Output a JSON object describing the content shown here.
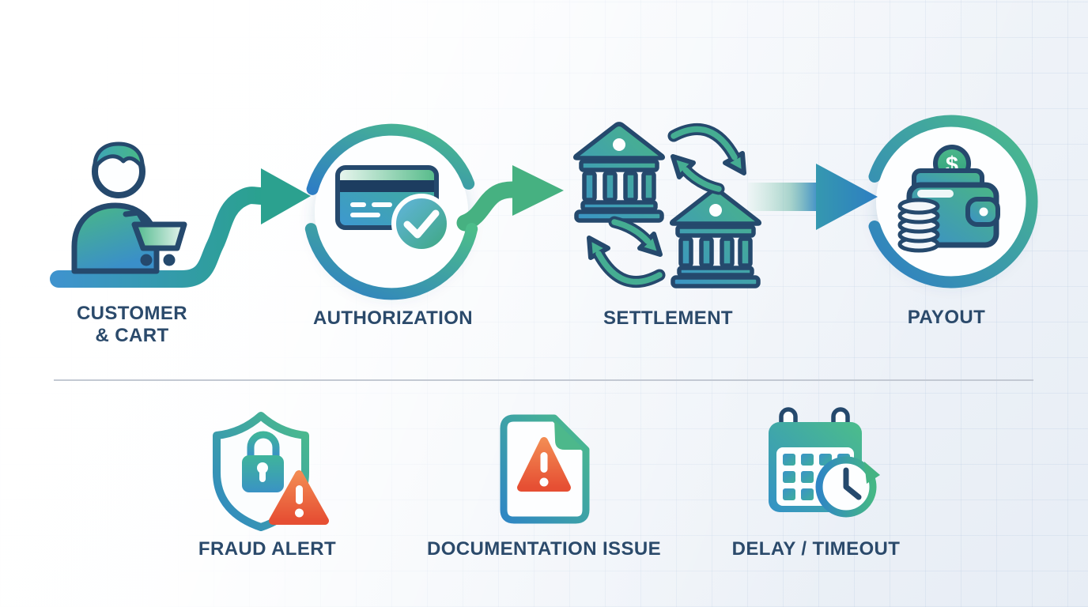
{
  "stages": [
    {
      "label": "CUSTOMER & CART",
      "icon": "customer-cart-icon"
    },
    {
      "label": "AUTHORIZATION",
      "icon": "credit-card-check-icon"
    },
    {
      "label": "SETTLEMENT",
      "icon": "bank-exchange-icon"
    },
    {
      "label": "PAYOUT",
      "icon": "wallet-coins-icon"
    }
  ],
  "issues": [
    {
      "label": "FRAUD ALERT",
      "icon": "shield-lock-warning-icon"
    },
    {
      "label": "DOCUMENTATION ISSUE",
      "icon": "document-warning-icon"
    },
    {
      "label": "DELAY / TIMEOUT",
      "icon": "calendar-clock-icon"
    }
  ],
  "connectors": [
    {
      "icon": "curved-arrow-right-icon"
    },
    {
      "icon": "arrow-right-icon"
    },
    {
      "icon": "fading-arrow-right-icon"
    }
  ],
  "colors": {
    "text_navy": "#2b4a6b",
    "outline_navy": "#25496d",
    "flow_blue": "#2f86c4",
    "flow_green": "#4cbd8a",
    "flow_teal": "#3fa996",
    "alert_orange_top": "#f28a52",
    "alert_orange_bottom": "#e64f33",
    "divider_gray": "#c3c9d3",
    "background_tint": "#eef2f7"
  }
}
